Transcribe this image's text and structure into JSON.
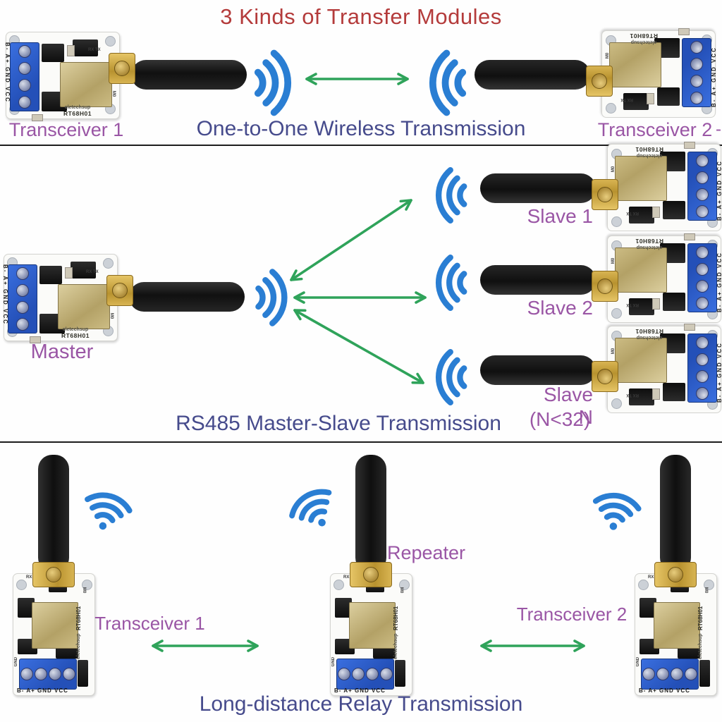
{
  "title": "3 Kinds of Transfer Modules",
  "colors": {
    "title_red": "#b43b3b",
    "caption_navy": "#464b8c",
    "label_purple": "#9a56a5",
    "arrow_green": "#2fa35a",
    "wifi_blue": "#2a7ed3",
    "terminal_blue": "#2c5ed0",
    "pcb_white": "#fbfbf9"
  },
  "module": {
    "brand": "eletechsup",
    "model": "RT68H01",
    "pins": "B- A+ GND VCC",
    "silk_rx": "RX TX",
    "silk_m0": "M0",
    "silk_gnd": "GND"
  },
  "sections": {
    "one_to_one": {
      "caption": "One-to-One Wireless Transmission",
      "left_label": "Transceiver 1",
      "right_label": "Transceiver 2",
      "right_edge_mark": "-"
    },
    "master_slave": {
      "caption": "RS485 Master-Slave Transmission",
      "master_label": "Master",
      "slave1_label": "Slave 1",
      "slave2_label": "Slave 2",
      "slaveN_label": "Slave N",
      "slave_note": "(N<32)"
    },
    "relay": {
      "caption": "Long-distance Relay Transmission",
      "left_label": "Transceiver 1",
      "middle_label": "Repeater",
      "right_label": "Transceiver 2"
    }
  },
  "icons": {
    "wifi_side": "radio-waves-three-arcs",
    "wifi_fan": "wifi-fan-with-dot",
    "arrow": "double-headed-green-arrow"
  }
}
